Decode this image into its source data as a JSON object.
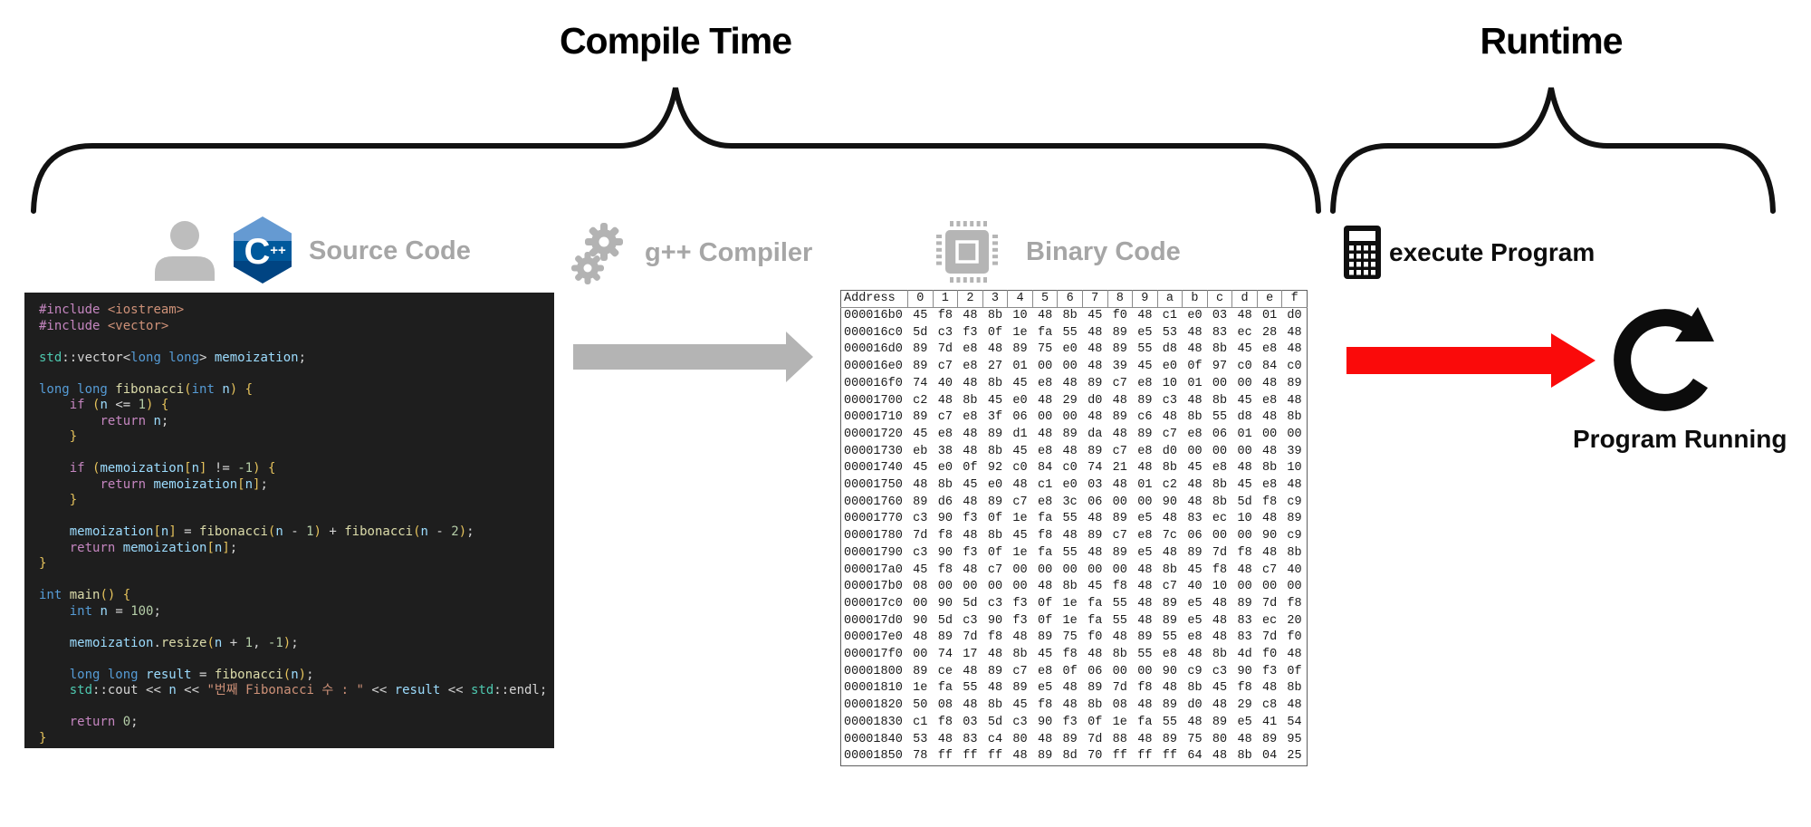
{
  "header": {
    "compile_time": "Compile Time",
    "runtime": "Runtime"
  },
  "stages": {
    "source": {
      "label": "Source Code",
      "icons": [
        "person-icon",
        "cpp-logo-icon"
      ]
    },
    "compiler": {
      "label": "g++ Compiler",
      "icons": [
        "gears-icon"
      ]
    },
    "binary": {
      "label": "Binary Code",
      "icons": [
        "cpu-chip-icon"
      ]
    },
    "execute": {
      "label": "execute Program",
      "icons": [
        "calculator-icon"
      ]
    },
    "running": {
      "label": "Program Running",
      "icons": [
        "program-running-icon"
      ]
    }
  },
  "colors": {
    "gray_label": "#a6a6a6",
    "gray_icon": "#b9b9b9",
    "gray_arrow": "#b4b4b4",
    "red_arrow": "#fa0a0a",
    "black": "#0d0d0d",
    "code_background": "#1e1e1e",
    "cpp_logo_light": "#659AD2",
    "cpp_logo_mid": "#00599C",
    "cpp_logo_dark": "#004482"
  },
  "code": {
    "lines": [
      [
        [
          "kw",
          "#include"
        ],
        [
          "pl",
          " "
        ],
        [
          "str",
          "<iostream>"
        ]
      ],
      [
        [
          "kw",
          "#include"
        ],
        [
          "pl",
          " "
        ],
        [
          "str",
          "<vector>"
        ]
      ],
      [],
      [
        [
          "cls",
          "std"
        ],
        [
          "pl",
          "::vector<"
        ],
        [
          "ty",
          "long long"
        ],
        [
          "pl",
          "> "
        ],
        [
          "var",
          "memoization"
        ],
        [
          "pl",
          ";"
        ]
      ],
      [],
      [
        [
          "ty",
          "long long"
        ],
        [
          "pl",
          " "
        ],
        [
          "fn",
          "fibonacci"
        ],
        [
          "br",
          "("
        ],
        [
          "ty",
          "int"
        ],
        [
          "pl",
          " "
        ],
        [
          "var",
          "n"
        ],
        [
          "br",
          ")"
        ],
        [
          "pl",
          " "
        ],
        [
          "br",
          "{"
        ]
      ],
      [
        [
          "pl",
          "    "
        ],
        [
          "kw",
          "if"
        ],
        [
          "pl",
          " "
        ],
        [
          "br",
          "("
        ],
        [
          "var",
          "n"
        ],
        [
          "pl",
          " <= "
        ],
        [
          "num",
          "1"
        ],
        [
          "br",
          ")"
        ],
        [
          "pl",
          " "
        ],
        [
          "br",
          "{"
        ]
      ],
      [
        [
          "pl",
          "        "
        ],
        [
          "kw",
          "return"
        ],
        [
          "pl",
          " "
        ],
        [
          "var",
          "n"
        ],
        [
          "pl",
          ";"
        ]
      ],
      [
        [
          "pl",
          "    "
        ],
        [
          "br",
          "}"
        ]
      ],
      [],
      [
        [
          "pl",
          "    "
        ],
        [
          "kw",
          "if"
        ],
        [
          "pl",
          " "
        ],
        [
          "br",
          "("
        ],
        [
          "var",
          "memoization"
        ],
        [
          "br",
          "["
        ],
        [
          "var",
          "n"
        ],
        [
          "br",
          "]"
        ],
        [
          "pl",
          " != "
        ],
        [
          "num",
          "-1"
        ],
        [
          "br",
          ")"
        ],
        [
          "pl",
          " "
        ],
        [
          "br",
          "{"
        ]
      ],
      [
        [
          "pl",
          "        "
        ],
        [
          "kw",
          "return"
        ],
        [
          "pl",
          " "
        ],
        [
          "var",
          "memoization"
        ],
        [
          "br",
          "["
        ],
        [
          "var",
          "n"
        ],
        [
          "br",
          "]"
        ],
        [
          "pl",
          ";"
        ]
      ],
      [
        [
          "pl",
          "    "
        ],
        [
          "br",
          "}"
        ]
      ],
      [],
      [
        [
          "pl",
          "    "
        ],
        [
          "var",
          "memoization"
        ],
        [
          "br",
          "["
        ],
        [
          "var",
          "n"
        ],
        [
          "br",
          "]"
        ],
        [
          "pl",
          " = "
        ],
        [
          "fn",
          "fibonacci"
        ],
        [
          "br",
          "("
        ],
        [
          "var",
          "n"
        ],
        [
          "pl",
          " - "
        ],
        [
          "num",
          "1"
        ],
        [
          "br",
          ")"
        ],
        [
          "pl",
          " + "
        ],
        [
          "fn",
          "fibonacci"
        ],
        [
          "br",
          "("
        ],
        [
          "var",
          "n"
        ],
        [
          "pl",
          " - "
        ],
        [
          "num",
          "2"
        ],
        [
          "br",
          ")"
        ],
        [
          "pl",
          ";"
        ]
      ],
      [
        [
          "pl",
          "    "
        ],
        [
          "kw",
          "return"
        ],
        [
          "pl",
          " "
        ],
        [
          "var",
          "memoization"
        ],
        [
          "br",
          "["
        ],
        [
          "var",
          "n"
        ],
        [
          "br",
          "]"
        ],
        [
          "pl",
          ";"
        ]
      ],
      [
        [
          "br",
          "}"
        ]
      ],
      [],
      [
        [
          "ty",
          "int"
        ],
        [
          "pl",
          " "
        ],
        [
          "fn",
          "main"
        ],
        [
          "br",
          "()"
        ],
        [
          "pl",
          " "
        ],
        [
          "br",
          "{"
        ]
      ],
      [
        [
          "pl",
          "    "
        ],
        [
          "ty",
          "int"
        ],
        [
          "pl",
          " "
        ],
        [
          "var",
          "n"
        ],
        [
          "pl",
          " = "
        ],
        [
          "num",
          "100"
        ],
        [
          "pl",
          ";"
        ]
      ],
      [],
      [
        [
          "pl",
          "    "
        ],
        [
          "var",
          "memoization"
        ],
        [
          "pl",
          "."
        ],
        [
          "fn",
          "resize"
        ],
        [
          "br",
          "("
        ],
        [
          "var",
          "n"
        ],
        [
          "pl",
          " + "
        ],
        [
          "num",
          "1"
        ],
        [
          "pl",
          ", "
        ],
        [
          "num",
          "-1"
        ],
        [
          "br",
          ")"
        ],
        [
          "pl",
          ";"
        ]
      ],
      [],
      [
        [
          "pl",
          "    "
        ],
        [
          "ty",
          "long long"
        ],
        [
          "pl",
          " "
        ],
        [
          "var",
          "result"
        ],
        [
          "pl",
          " = "
        ],
        [
          "fn",
          "fibonacci"
        ],
        [
          "br",
          "("
        ],
        [
          "var",
          "n"
        ],
        [
          "br",
          ")"
        ],
        [
          "pl",
          ";"
        ]
      ],
      [
        [
          "pl",
          "    "
        ],
        [
          "cls",
          "std"
        ],
        [
          "pl",
          "::cout << "
        ],
        [
          "var",
          "n"
        ],
        [
          "pl",
          " << "
        ],
        [
          "str",
          "\"번째 Fibonacci 수 : \""
        ],
        [
          "pl",
          " << "
        ],
        [
          "var",
          "result"
        ],
        [
          "pl",
          " << "
        ],
        [
          "cls",
          "std"
        ],
        [
          "pl",
          "::endl;"
        ]
      ],
      [],
      [
        [
          "pl",
          "    "
        ],
        [
          "kw",
          "return"
        ],
        [
          "pl",
          " "
        ],
        [
          "num",
          "0"
        ],
        [
          "pl",
          ";"
        ]
      ],
      [
        [
          "br",
          "}"
        ]
      ]
    ]
  },
  "hex_table": {
    "address_header": "Address",
    "column_headers": [
      "0",
      "1",
      "2",
      "3",
      "4",
      "5",
      "6",
      "7",
      "8",
      "9",
      "a",
      "b",
      "c",
      "d",
      "e",
      "f"
    ],
    "rows": [
      [
        "000016b0",
        "45 f8 48 8b 10 48 8b 45 f0 48 c1 e0 03 48 01 d0"
      ],
      [
        "000016c0",
        "5d c3 f3 0f 1e fa 55 48 89 e5 53 48 83 ec 28 48"
      ],
      [
        "000016d0",
        "89 7d e8 48 89 75 e0 48 89 55 d8 48 8b 45 e8 48"
      ],
      [
        "000016e0",
        "89 c7 e8 27 01 00 00 48 39 45 e0 0f 97 c0 84 c0"
      ],
      [
        "000016f0",
        "74 40 48 8b 45 e8 48 89 c7 e8 10 01 00 00 48 89"
      ],
      [
        "00001700",
        "c2 48 8b 45 e0 48 29 d0 48 89 c3 48 8b 45 e8 48"
      ],
      [
        "00001710",
        "89 c7 e8 3f 06 00 00 48 89 c6 48 8b 55 d8 48 8b"
      ],
      [
        "00001720",
        "45 e8 48 89 d1 48 89 da 48 89 c7 e8 06 01 00 00"
      ],
      [
        "00001730",
        "eb 38 48 8b 45 e8 48 89 c7 e8 d0 00 00 00 48 39"
      ],
      [
        "00001740",
        "45 e0 0f 92 c0 84 c0 74 21 48 8b 45 e8 48 8b 10"
      ],
      [
        "00001750",
        "48 8b 45 e0 48 c1 e0 03 48 01 c2 48 8b 45 e8 48"
      ],
      [
        "00001760",
        "89 d6 48 89 c7 e8 3c 06 00 00 90 48 8b 5d f8 c9"
      ],
      [
        "00001770",
        "c3 90 f3 0f 1e fa 55 48 89 e5 48 83 ec 10 48 89"
      ],
      [
        "00001780",
        "7d f8 48 8b 45 f8 48 89 c7 e8 7c 06 00 00 90 c9"
      ],
      [
        "00001790",
        "c3 90 f3 0f 1e fa 55 48 89 e5 48 89 7d f8 48 8b"
      ],
      [
        "000017a0",
        "45 f8 48 c7 00 00 00 00 00 48 8b 45 f8 48 c7 40"
      ],
      [
        "000017b0",
        "08 00 00 00 00 48 8b 45 f8 48 c7 40 10 00 00 00"
      ],
      [
        "000017c0",
        "00 90 5d c3 f3 0f 1e fa 55 48 89 e5 48 89 7d f8"
      ],
      [
        "000017d0",
        "90 5d c3 90 f3 0f 1e fa 55 48 89 e5 48 83 ec 20"
      ],
      [
        "000017e0",
        "48 89 7d f8 48 89 75 f0 48 89 55 e8 48 83 7d f0"
      ],
      [
        "000017f0",
        "00 74 17 48 8b 45 f8 48 8b 55 e8 48 8b 4d f0 48"
      ],
      [
        "00001800",
        "89 ce 48 89 c7 e8 0f 06 00 00 90 c9 c3 90 f3 0f"
      ],
      [
        "00001810",
        "1e fa 55 48 89 e5 48 89 7d f8 48 8b 45 f8 48 8b"
      ],
      [
        "00001820",
        "50 08 48 8b 45 f8 48 8b 08 48 89 d0 48 29 c8 48"
      ],
      [
        "00001830",
        "c1 f8 03 5d c3 90 f3 0f 1e fa 55 48 89 e5 41 54"
      ],
      [
        "00001840",
        "53 48 83 c4 80 48 89 7d 88 48 89 75 80 48 89 95"
      ],
      [
        "00001850",
        "78 ff ff ff 48 89 8d 70 ff ff ff 64 48 8b 04 25"
      ]
    ]
  }
}
